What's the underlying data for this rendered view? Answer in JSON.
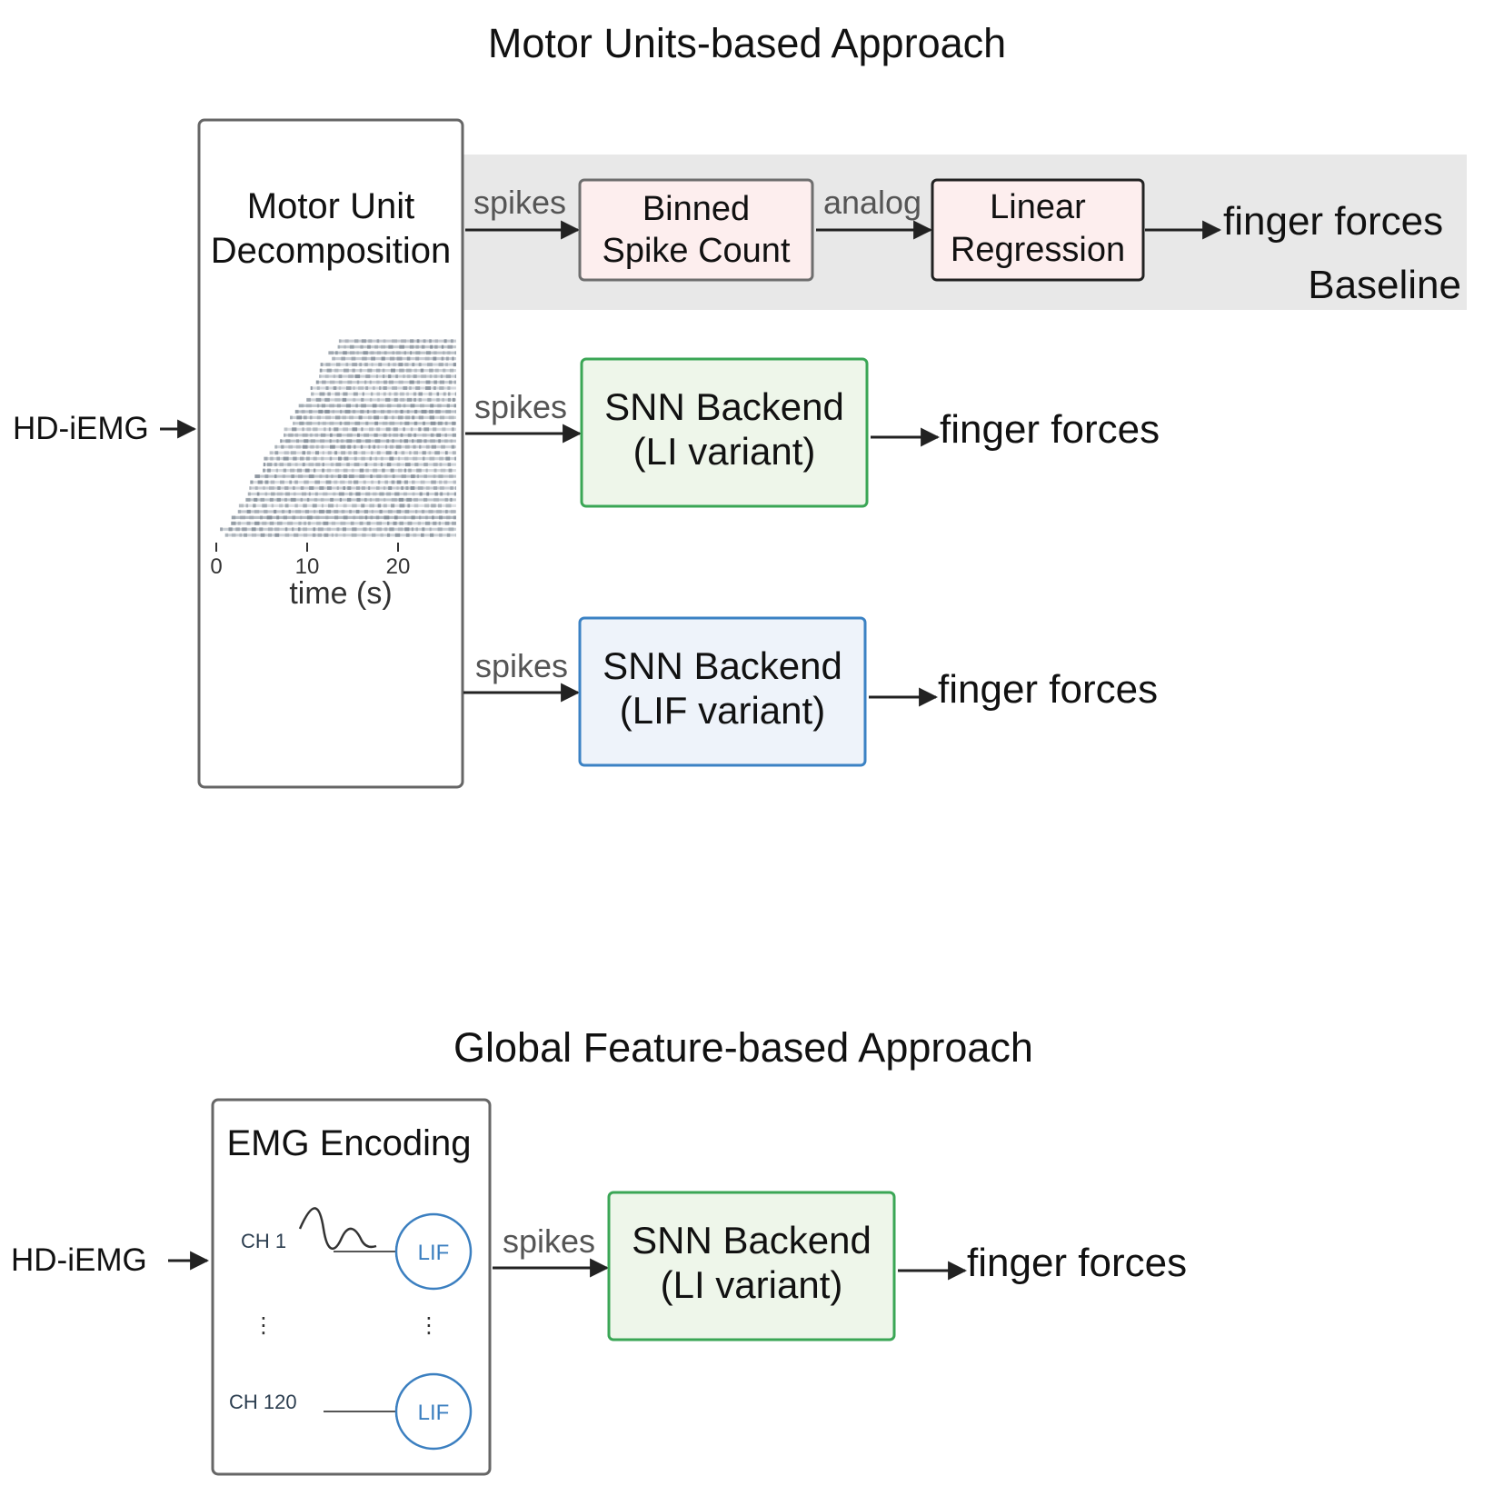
{
  "motor_units": {
    "title": "Motor Units-based Approach",
    "input_label": "HD-iEMG",
    "decomposition": {
      "title_line1": "Motor Unit",
      "title_line2": "Decomposition",
      "raster_ticks": [
        "0",
        "10",
        "20"
      ],
      "raster_axis_label": "time (s)"
    },
    "baseline": {
      "edge_label_1": "spikes",
      "box1_line1": "Binned",
      "box1_line2": "Spike Count",
      "edge_label_2": "analog",
      "box2_line1": "Linear",
      "box2_line2": "Regression",
      "output": "finger forces",
      "tag": "Baseline"
    },
    "li_path": {
      "edge_label": "spikes",
      "box_line1": "SNN Backend",
      "box_line2": "(LI variant)",
      "output": "finger forces"
    },
    "lif_path": {
      "edge_label": "spikes",
      "box_line1": "SNN Backend",
      "box_line2": "(LIF variant)",
      "output": "finger forces"
    }
  },
  "global_features": {
    "title": "Global Feature-based Approach",
    "input_label": "HD-iEMG",
    "encoding": {
      "title": "EMG Encoding",
      "channel_first": "CH 1",
      "channel_last": "CH 120",
      "neuron_label": "LIF",
      "ellipsis": "⋮"
    },
    "edge_label": "spikes",
    "box_line1": "SNN Backend",
    "box_line2": "(LI variant)",
    "output": "finger forces"
  },
  "colors": {
    "baseline_band": "#e8e8e8",
    "baseline_box_fill": "#fdeeee",
    "li_box_fill": "#eef6ea",
    "li_box_stroke": "#3aa655",
    "lif_box_fill": "#eef3fa",
    "lif_box_stroke": "#3b82c4",
    "neuron_stroke": "#3b7fc0",
    "raster": "#9aa3ad"
  }
}
